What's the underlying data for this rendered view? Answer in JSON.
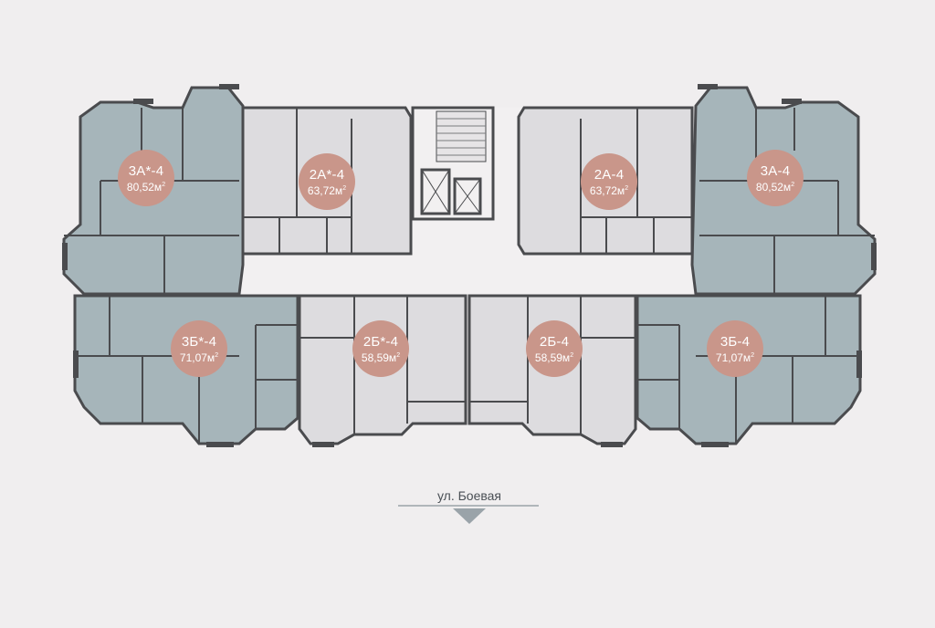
{
  "colors": {
    "background": "#f0eeef",
    "wall": "#4a4b4e",
    "room_blue": "#a6b5ba",
    "room_light": "#dddcdf",
    "corridor": "#f2f0f1",
    "badge": "#c9968a",
    "street_line": "#9aa3a9",
    "arrow": "#9aa3a9"
  },
  "apartments": [
    {
      "code": "3А*-4",
      "area": "80,52м",
      "sup": "2"
    },
    {
      "code": "2А*-4",
      "area": "63,72м",
      "sup": "2"
    },
    {
      "code": "2А-4",
      "area": "63,72м",
      "sup": "2"
    },
    {
      "code": "3А-4",
      "area": "80,52м",
      "sup": "2"
    },
    {
      "code": "3Б*-4",
      "area": "71,07м",
      "sup": "2"
    },
    {
      "code": "2Б*-4",
      "area": "58,59м",
      "sup": "2"
    },
    {
      "code": "2Б-4",
      "area": "58,59м",
      "sup": "2"
    },
    {
      "code": "3Б-4",
      "area": "71,07м",
      "sup": "2"
    }
  ],
  "street": {
    "label": "ул. Боевая",
    "arrow_icon": "down-triangle-icon"
  }
}
